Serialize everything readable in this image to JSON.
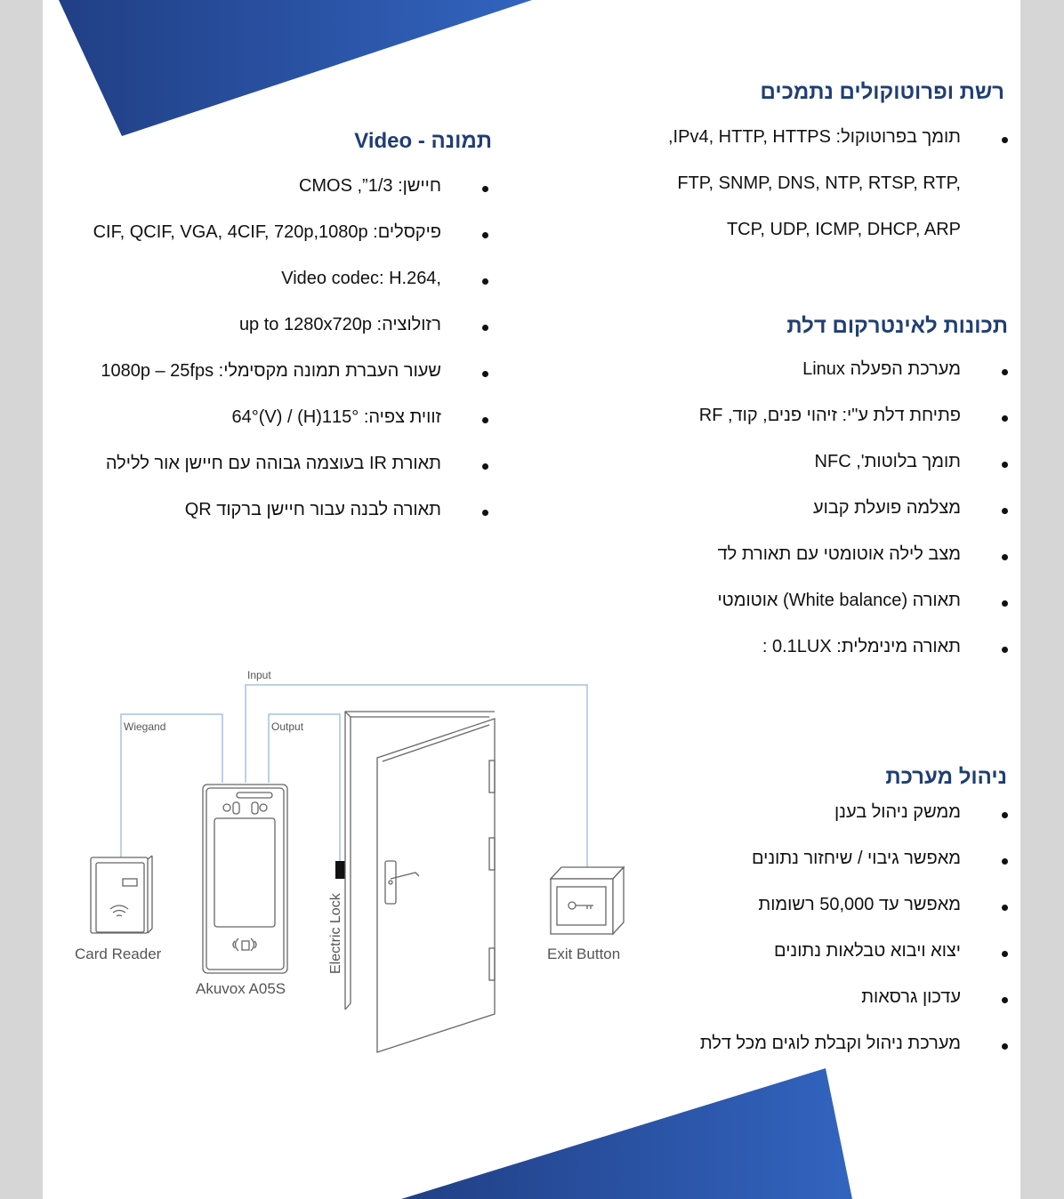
{
  "network": {
    "heading": "רשת ופרוטוקולים נתמכים",
    "lines": [
      "תומך בפרוטוקול: IPv4, HTTP, HTTPS,",
      "FTP, SNMP, DNS, NTP, RTSP, RTP,",
      "TCP, UDP, ICMP, DHCP, ARP"
    ]
  },
  "video": {
    "heading": "תמונה - Video",
    "items": [
      "חיישן: 1/3”, CMOS",
      "פיקסלים: CIF, QCIF, VGA, 4CIF, 720p,1080p",
      "Video codec: H.264,",
      "רזולוציה: up to 1280x720p",
      "שעור העברת תמונה מקסימלי: 1080p – 25fps",
      "זווית צפיה: 115°(H) / 64°(V)",
      "תאורת IR בעוצמה גבוהה עם חיישן אור ללילה",
      "תאורה לבנה עבור חיישן ברקוד QR"
    ]
  },
  "intercom": {
    "heading": "תכונות לאינטרקום דלת",
    "items": [
      "מערכת הפעלה Linux",
      "פתיחת דלת ע\"י: זיהוי פנים, קוד, RF",
      "תומך בלוטות', NFC",
      "מצלמה פועלת קבוע",
      "מצב לילה אוטומטי עם תאורת לד",
      "תאורה (White balance) אוטומטי",
      "תאורה מינימלית: 0.1LUX :"
    ]
  },
  "management": {
    "heading": "ניהול מערכת",
    "items": [
      "ממשק ניהול בענן",
      "מאפשר גיבוי / שיחזור נתונים",
      "מאפשר עד 50,000 רשומות",
      "יצוא ויבוא טבלאות נתונים",
      "עדכון גרסאות",
      "מערכת ניהול וקבלת לוגים מכל דלת"
    ]
  },
  "diagram": {
    "input_label": "Input",
    "wiegand_label": "Wiegand",
    "output_label": "Output",
    "card_reader_label": "Card Reader",
    "device_label": "Akuvox A05S",
    "lock_label": "Electric Lock",
    "exit_button_label": "Exit Button"
  },
  "colors": {
    "heading": "#1f3e73",
    "accent_blue": "#2d58ad",
    "wire": "#a9c0dd"
  }
}
